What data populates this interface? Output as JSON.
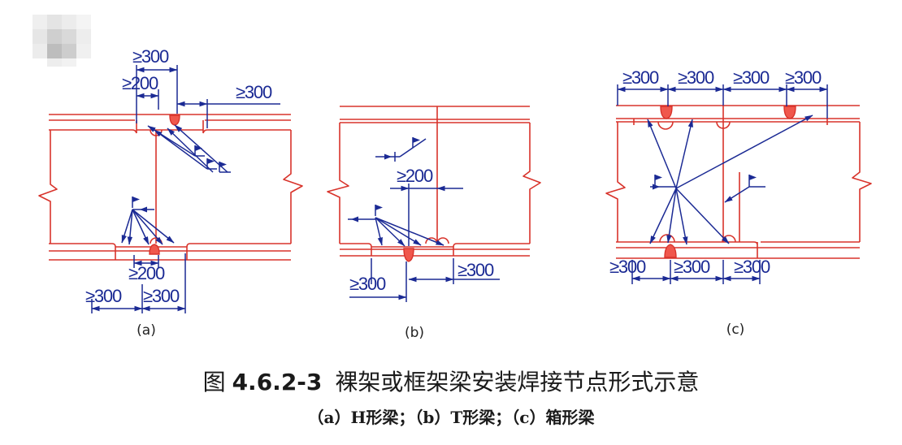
{
  "panels": {
    "a": {
      "label": "(a)",
      "dims": {
        "top_1": "≥300",
        "top_2": "≥200",
        "top_3": "≥300",
        "bottom_1": "≥200",
        "bottom_2": "≥300",
        "bottom_3": "≥300"
      }
    },
    "b": {
      "label": "(b)",
      "dims": {
        "middle": "≥200",
        "bottom_1": "≥300",
        "bottom_2": "≥300"
      }
    },
    "c": {
      "label": "(c)",
      "dims": {
        "top_1": "≥300",
        "top_2": "≥300",
        "top_3": "≥300",
        "top_4": "≥300",
        "bottom_1": "≥300",
        "bottom_2": "≥300",
        "bottom_3": "≥300"
      }
    }
  },
  "caption": {
    "prefix": "图",
    "number": "4.6.2-3",
    "title": "裸架或框架梁安装焊接节点形式示意",
    "subtitle": "（a）H形梁；（b）T形梁；（c）箱形梁"
  },
  "colors": {
    "member": "#d8332b",
    "annotation": "#1b2a94",
    "weld_fill": "#f0574c"
  }
}
